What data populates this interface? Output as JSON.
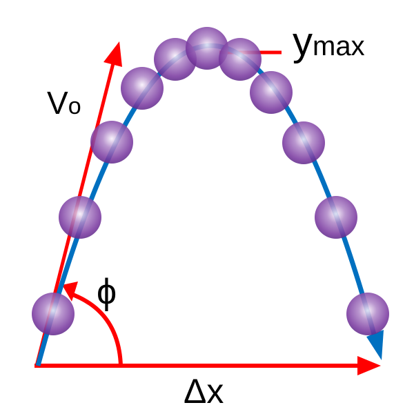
{
  "labels": {
    "velocity": "V",
    "velocity_sub": "o",
    "angle": "ϕ",
    "range": "Δx",
    "height": "y",
    "height_sub": "max"
  },
  "colors": {
    "arrow": "#ff0000",
    "trajectory": "#0070c0",
    "ball_dark": "#6a2c91",
    "ball_light": "#f4eef8"
  },
  "ball_count": 11
}
